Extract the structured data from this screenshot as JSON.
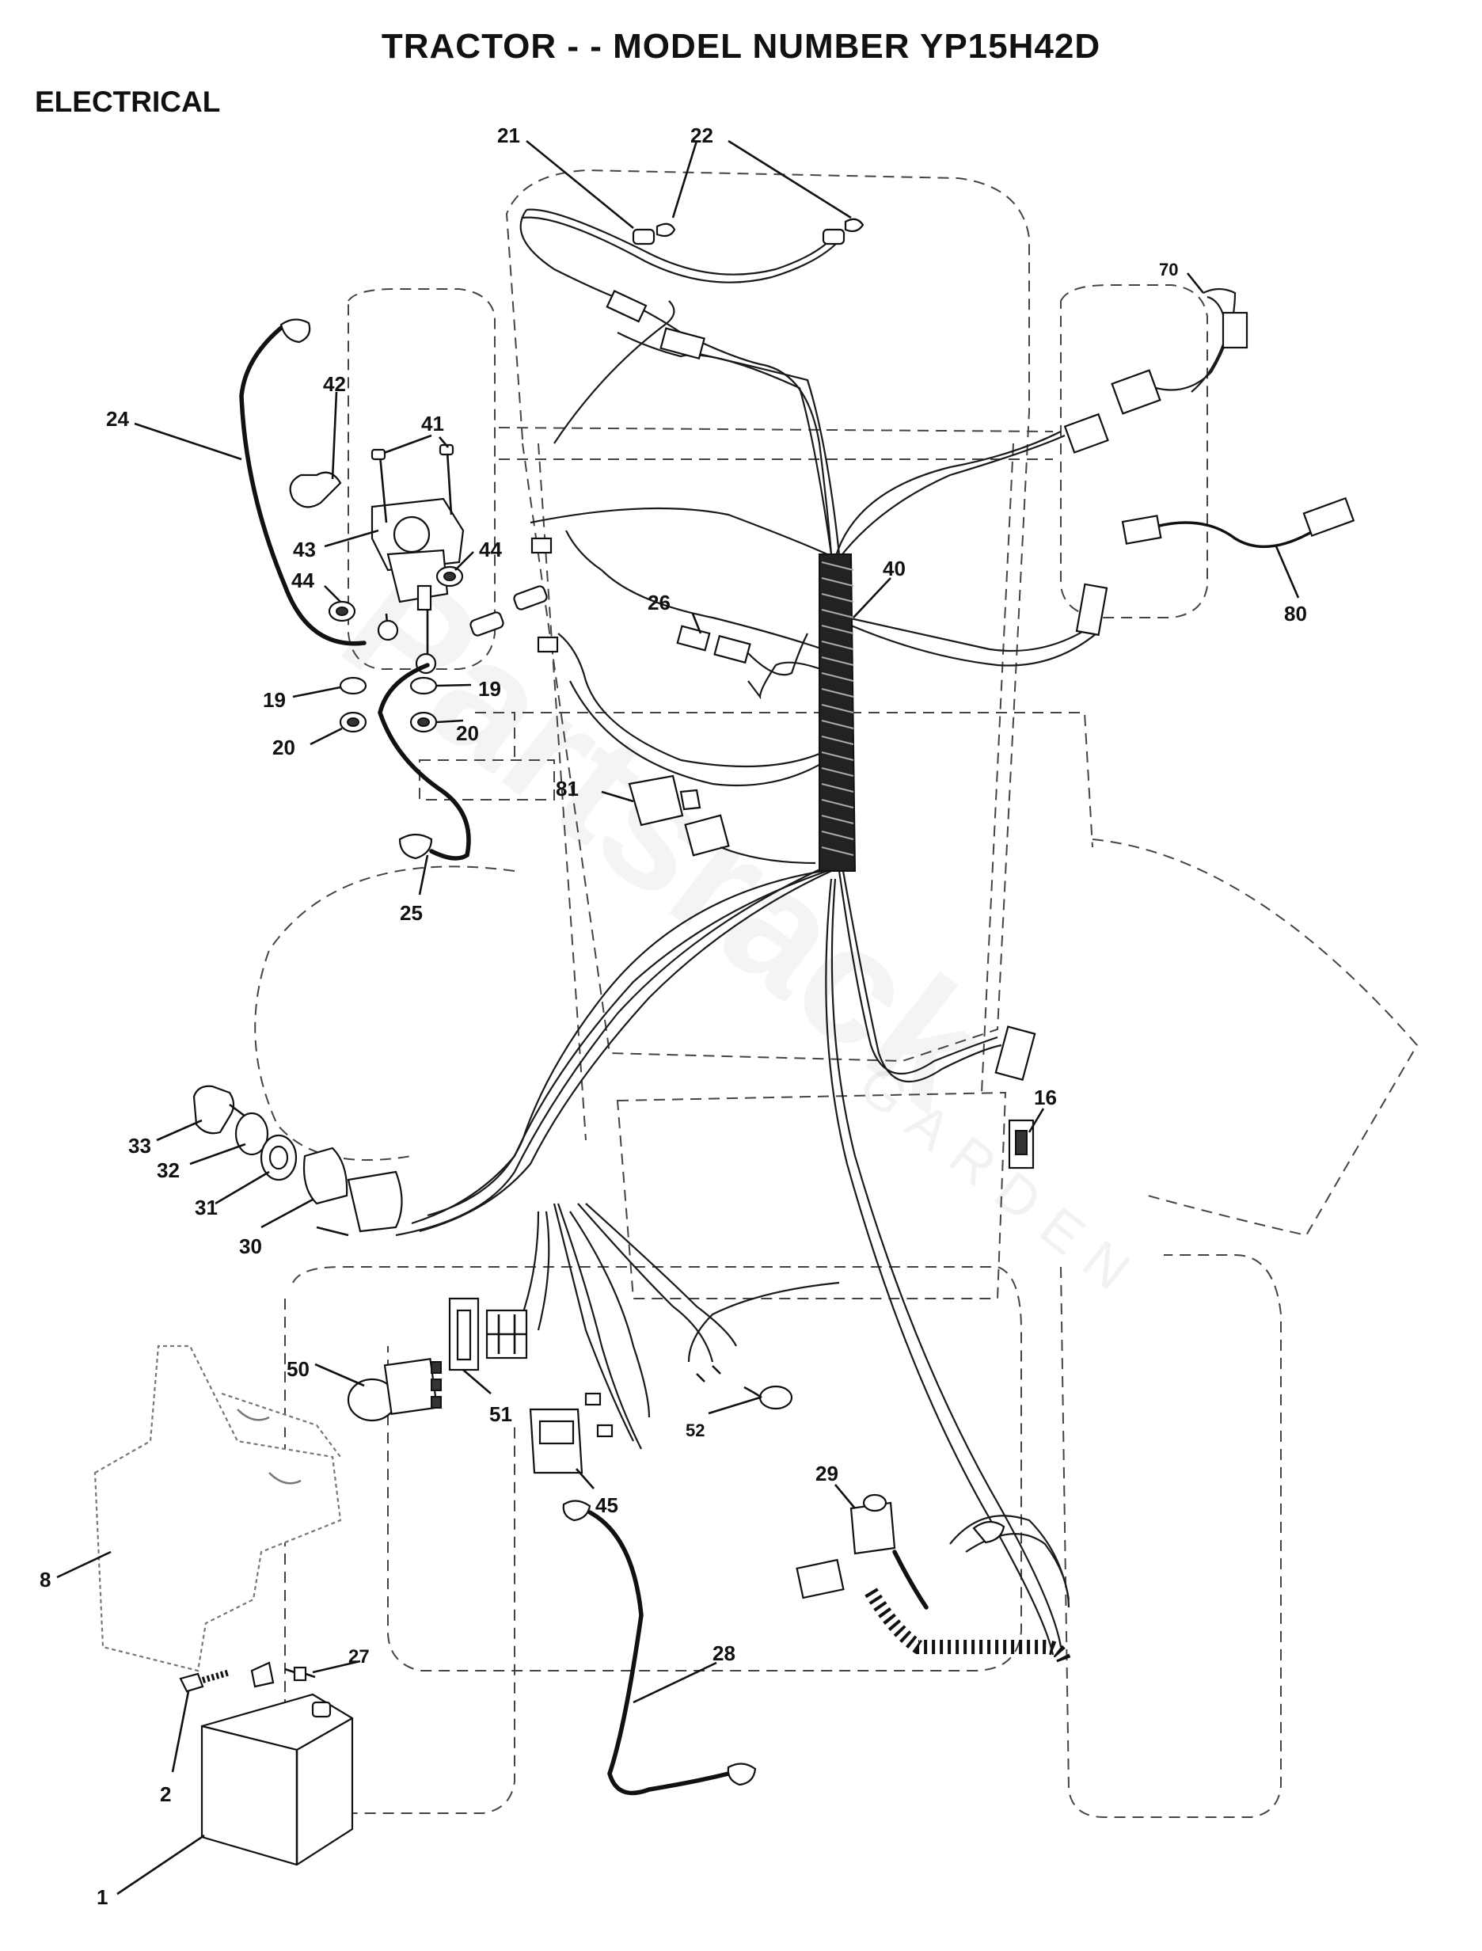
{
  "page": {
    "title": "TRACTOR - - MODEL NUMBER YP15H42D",
    "section": "ELECTRICAL"
  },
  "watermark": {
    "main": "Partsrack",
    "sub": "GARDEN"
  },
  "callouts": {
    "c1": "1",
    "c2": "2",
    "c8": "8",
    "c16": "16",
    "c19a": "19",
    "c19b": "19",
    "c20a": "20",
    "c20b": "20",
    "c21": "21",
    "c22": "22",
    "c24": "24",
    "c25": "25",
    "c26": "26",
    "c27": "27",
    "c28": "28",
    "c29": "29",
    "c30": "30",
    "c31": "31",
    "c32": "32",
    "c33": "33",
    "c40": "40",
    "c41": "41",
    "c42": "42",
    "c43": "43",
    "c44a": "44",
    "c44b": "44",
    "c45": "45",
    "c50": "50",
    "c51": "51",
    "c52": "52",
    "c70": "70",
    "c80": "80",
    "c81": "81"
  }
}
